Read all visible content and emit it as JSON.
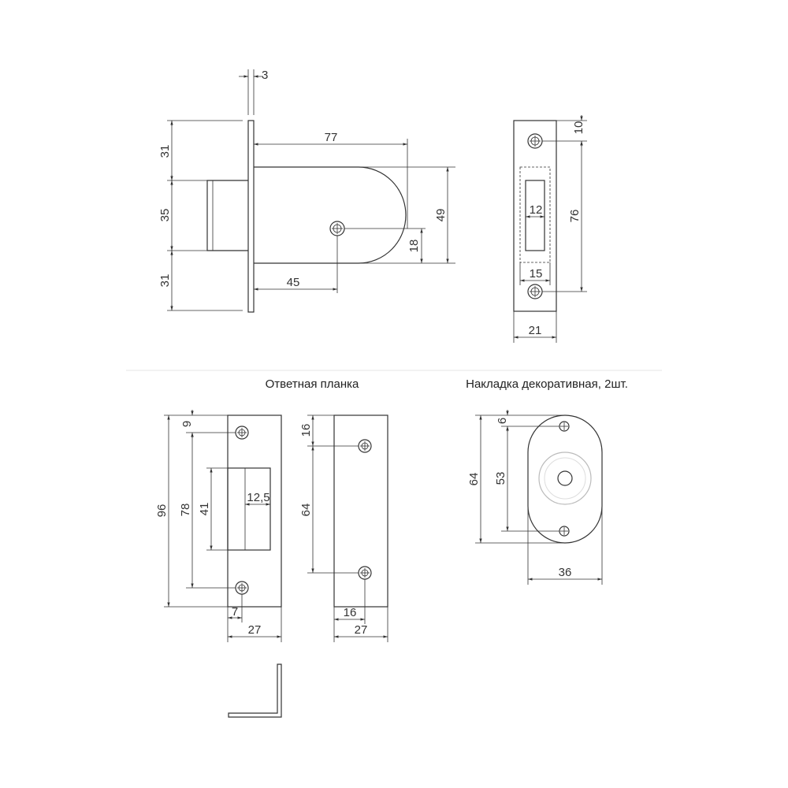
{
  "captions": {
    "strike_plate": "Ответная планка",
    "decorative_cover": "Накладка декоративная, 2шт."
  },
  "dims": {
    "faceplate_thickness": "3",
    "top_offset": "31",
    "bolt_height": "35",
    "bottom_offset": "31",
    "body_length": "77",
    "body_height": "49",
    "screw_height": "18",
    "backset": "45",
    "hole_edge": "10",
    "hole_spacing": "76",
    "bolt_width": "12",
    "window_width": "15",
    "faceplate_width": "21",
    "strike_hole_offset": "9",
    "strike_hole_spacing": "78",
    "strike_height": "96",
    "strike_window_height": "41",
    "strike_window_width": "12,5",
    "strike_hole_x": "7",
    "strike_width": "27",
    "strike2_offset": "16",
    "strike2_hole_spacing": "64",
    "strike2_hole_x": "16",
    "strike2_width": "27",
    "cover_hole_offset": "6",
    "cover_hole_spacing": "53",
    "cover_height": "64",
    "cover_width": "36"
  }
}
